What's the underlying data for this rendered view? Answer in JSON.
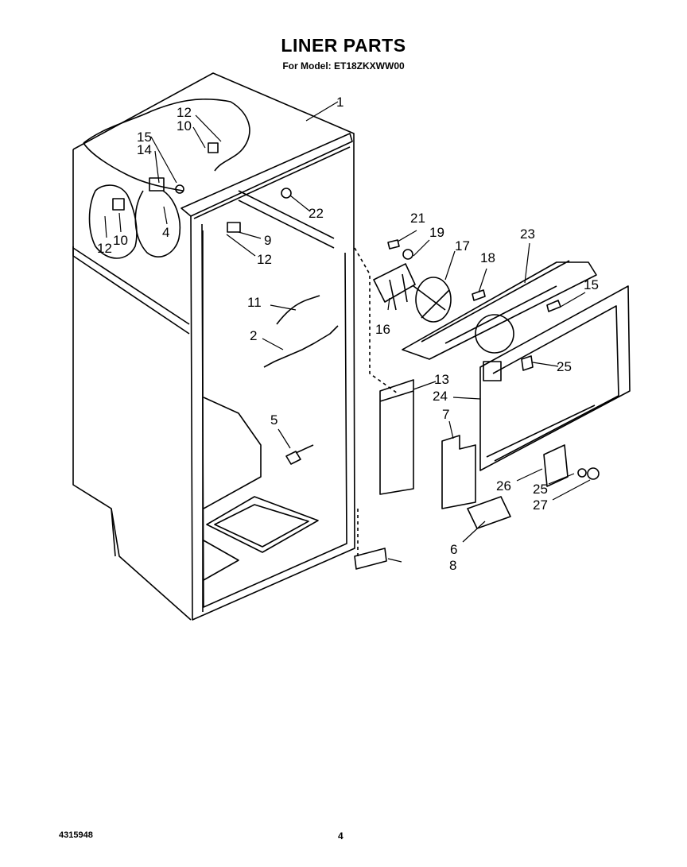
{
  "header": {
    "title": "LINER PARTS",
    "subtitle": "For Model: ET18ZKXWW00"
  },
  "footer": {
    "doc_number": "4315948",
    "page_number": "4"
  },
  "callouts": {
    "c1": "1",
    "c2": "2",
    "c4": "4",
    "c5": "5",
    "c6": "6",
    "c7": "7",
    "c8": "8",
    "c9": "9",
    "c10a": "10",
    "c10b": "10",
    "c11": "11",
    "c12a": "12",
    "c12b": "12",
    "c12c": "12",
    "c13": "13",
    "c14": "14",
    "c15a": "15",
    "c15b": "15",
    "c16": "16",
    "c17": "17",
    "c18": "18",
    "c19": "19",
    "c21": "21",
    "c22": "22",
    "c23": "23",
    "c24": "24",
    "c25a": "25",
    "c25b": "25",
    "c26": "26",
    "c27": "27"
  }
}
